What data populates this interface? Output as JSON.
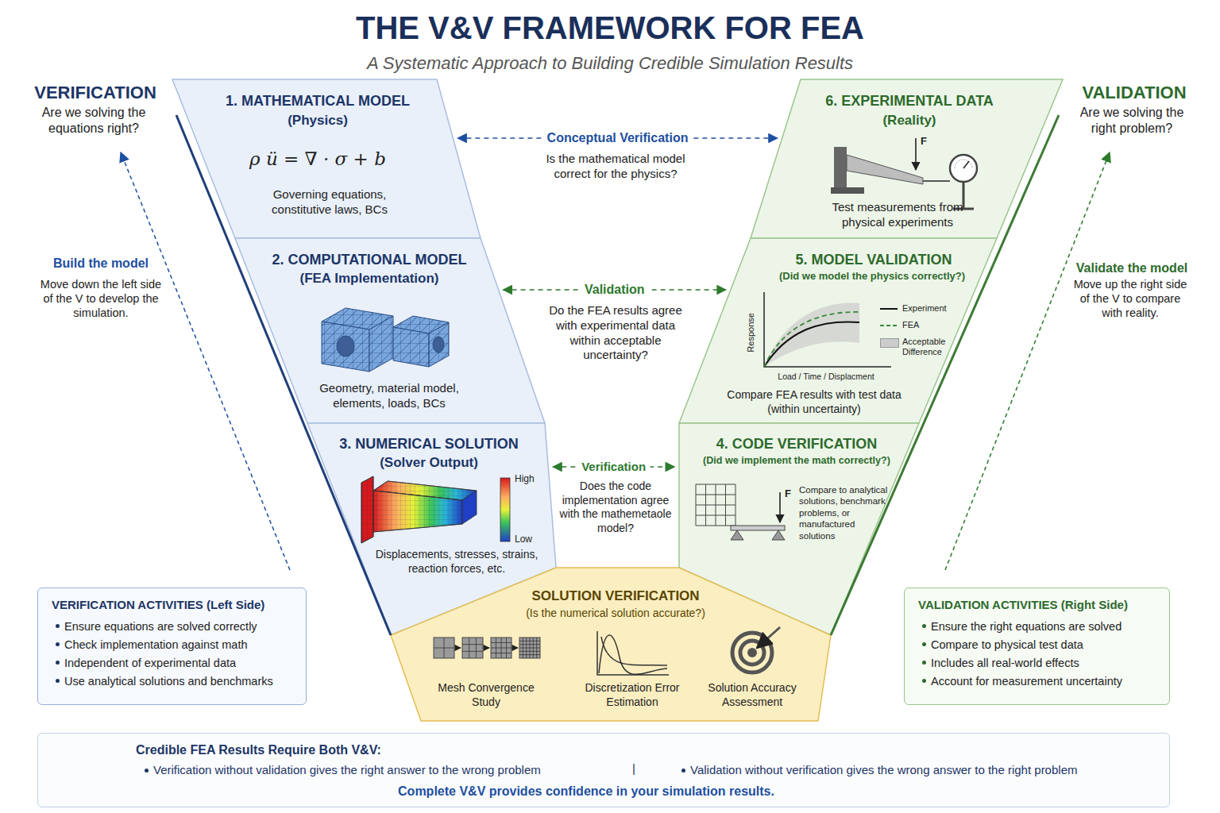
{
  "diagram": {
    "title": "THE V&V FRAMEWORK FOR FEA",
    "caption": "A Systematic Approach to Building Credible Simulation Results",
    "nodes": [
      {
        "text": [
          "1. MATHEMATICAL MODEL",
          "(Physics)",
          "ρ ü = ∇ · σ + b",
          "Governing equations, constitutive laws, BCs"
        ]
      },
      {
        "text": [
          "2. COMPUTATIONAL MODEL",
          "(FEA Implementation)",
          "Geometry, material model, elements, loads, BCs"
        ]
      },
      {
        "text": [
          "3. NUMERICAL SOLUTION",
          "(Solver Output)",
          "High",
          "Low",
          "Displacements, stresses, strains, reaction forces, etc."
        ]
      },
      {
        "text": [
          "6. EXPERIMENTAL DATA",
          "(Reality)",
          "F",
          "Test measurements from physical experiments"
        ]
      },
      {
        "text": [
          "5. MODEL VALIDATION",
          "(Did we model the physics correctly?)",
          "Response",
          "Load / Time / Displacment",
          "Compare FEA results with test data (within uncertainty)"
        ]
      },
      {
        "text": [
          "4. CODE VERIFICATION",
          "(Did we implement the math correctly?)",
          "F",
          "Compare to analytical solutions, benchmark problems, or manufactured solutions"
        ]
      },
      {
        "text": [
          "SOLUTION VERIFICATION",
          "(Is the numerical solution accurate?)",
          "Mesh Convergence Study",
          "Discretization Error Estimation",
          "Solution Accuracy Assessment"
        ]
      },
      {
        "text": [
          "VERIFICATION ACTIVITIES (Left Side)",
          "Ensure equations are solved correctly",
          "Check implementation against math",
          "Independent of experimental data",
          "Use analytical solutions and benchmarks"
        ]
      },
      {
        "text": [
          "VALIDATION ACTIVITIES (Right Side)",
          "Ensure the right equations are solved",
          "Compare to physical test data",
          "Includes all real-world effects",
          "Account for measurement uncertainty"
        ]
      },
      {
        "text": [
          "Credible FEA Results Require Both V&V:",
          "Verification without validation gives the right answer to the wrong problem",
          "|",
          "Validation without verification gives the wrong answer to the right problem",
          "Complete V&V provides confidence in your simulation results."
        ]
      }
    ],
    "edges": [
      {
        "from": 0,
        "to": 3,
        "arrow": "both",
        "label": "Conceptual Verification"
      },
      {
        "from": 1,
        "to": 4,
        "arrow": "both",
        "label": "Validation"
      },
      {
        "from": 2,
        "to": 5,
        "arrow": "both",
        "label": "Verification"
      }
    ],
    "labels": [
      "VERIFICATION",
      "Are we solving the equations right?",
      "VALIDATION",
      "Are we solving the right problem?",
      "Build the model",
      "Move down the left side of the V to develop the simulation.",
      "Validate the model",
      "Move up the right side of the V to compare with reality.",
      "Is the mathematical model correct for the physics?",
      "Do the FEA results agree with experimental data within acceptable uncertainty?",
      "Does the code implementation agree with the mathemetaole model?"
    ],
    "legend": [
      {
        "text": "Experiment"
      },
      {
        "text": "FEA"
      },
      {
        "text": "Acceptable Difference",
        "color": "#cccccc"
      }
    ]
  }
}
